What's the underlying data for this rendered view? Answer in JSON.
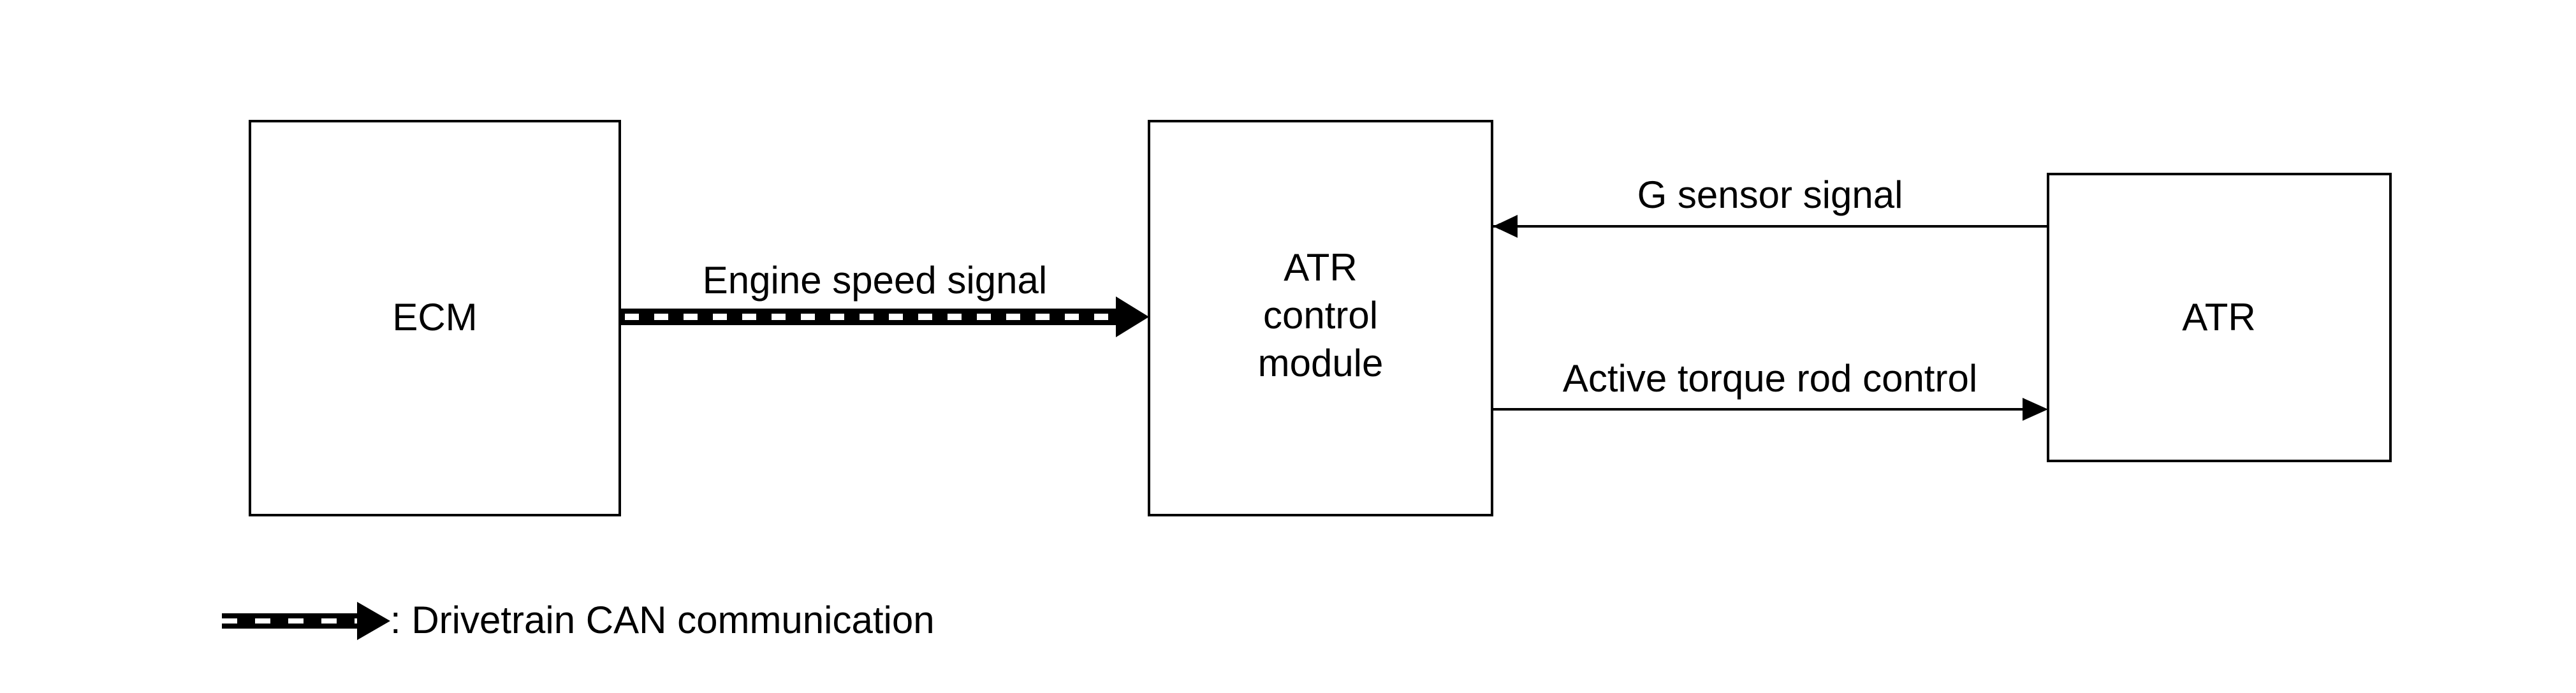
{
  "blocks": {
    "ecm": "ECM",
    "atr_module_line1": "ATR",
    "atr_module_line2": "control",
    "atr_module_line3": "module",
    "atr": "ATR"
  },
  "signals": {
    "engine_speed": "Engine speed signal",
    "g_sensor": "G sensor signal",
    "active_torque_rod": "Active torque rod control"
  },
  "legend": {
    "can_label": ": Drivetrain CAN communication"
  }
}
